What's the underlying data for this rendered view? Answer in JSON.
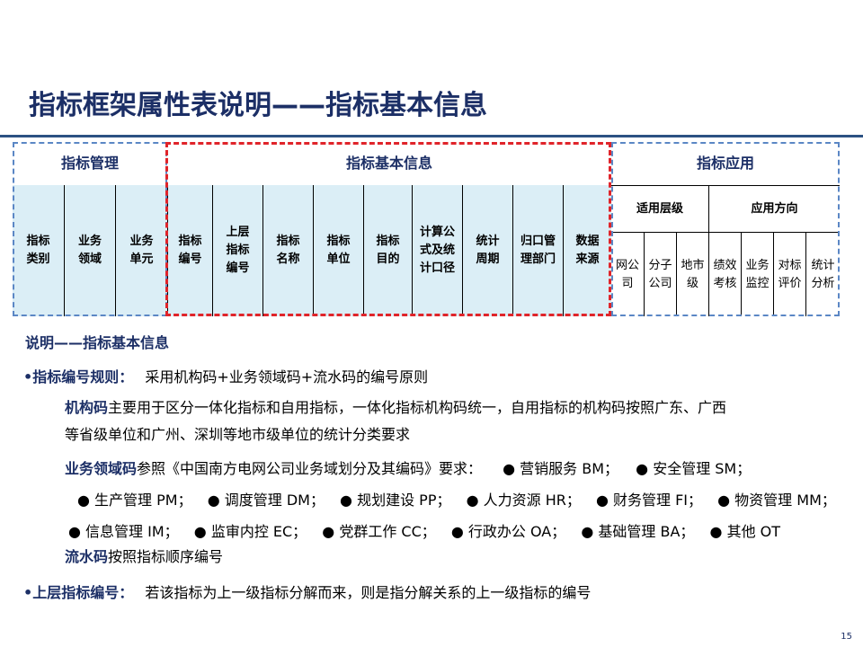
{
  "title": "指标框架属性表说明——指标基本信息",
  "table": {
    "groups": {
      "management": "指标管理",
      "basic": "指标基本信息",
      "application": "指标应用",
      "applicable_level": "适用层级",
      "application_direction": "应用方向"
    },
    "columns": {
      "category": "指标\n类别",
      "business_domain": "业务\n领域",
      "business_unit": "业务\n单元",
      "indicator_code": "指标\n编号",
      "parent_code": "上层\n指标\n编号",
      "indicator_name": "指标\n名称",
      "indicator_unit": "指标\n单位",
      "indicator_purpose": "指标\n目的",
      "formula": "计算公\n式及统\n计口径",
      "period": "统计\n周期",
      "department": "归口管\n理部门",
      "data_source": "数据\n来源",
      "net_company": "网公\n司",
      "subsidiary": "分子\n公司",
      "city_level": "地市\n级",
      "performance": "绩效\n考核",
      "business_monitor": "业务\n监控",
      "benchmark": "对标\n评价",
      "statistical_analysis": "统计\n分析"
    }
  },
  "content": {
    "section_heading": "说明——指标基本信息",
    "rule1_label": "•指标编号规则：",
    "rule1_text": "采用机构码+业务领域码+流水码的编号原则",
    "org_code_label": "机构码",
    "org_code_text": "主要用于区分一体化指标和自用指标，一体化指标机构码统一，自用指标的机构码按照广东、广西",
    "org_code_text2": "等省级单位和广州、深圳等地市级单位的统计分类要求",
    "domain_code_label": "业务领域码",
    "domain_code_text": "参照《中国南方电网公司业务域划分及其编码》要求：",
    "domain_items_row1": [
      "● 营销服务 BM；",
      "● 安全管理 SM；"
    ],
    "domain_items_row2": [
      "● 生产管理 PM；",
      "● 调度管理 DM；",
      "● 规划建设 PP；",
      "● 人力资源 HR；",
      "● 财务管理 FI；",
      "● 物资管理 MM；"
    ],
    "domain_items_row3": [
      "● 信息管理 IM；",
      "● 监审内控 EC；",
      "● 党群工作 CC；",
      "● 行政办公 OA；",
      "● 基础管理 BA；",
      "● 其他 OT"
    ],
    "serial_code_label": "流水码",
    "serial_code_text": "按照指标顺序编号",
    "rule2_label": "•上层指标编号：",
    "rule2_text": "若该指标为上一级指标分解而来，则是指分解关系的上一级指标的编号"
  },
  "page_number": "15",
  "colors": {
    "title": "#1c2f66",
    "header_fill": "#dbeef6",
    "blue_dash": "#5b87c5",
    "red_dash": "#e0242a"
  }
}
